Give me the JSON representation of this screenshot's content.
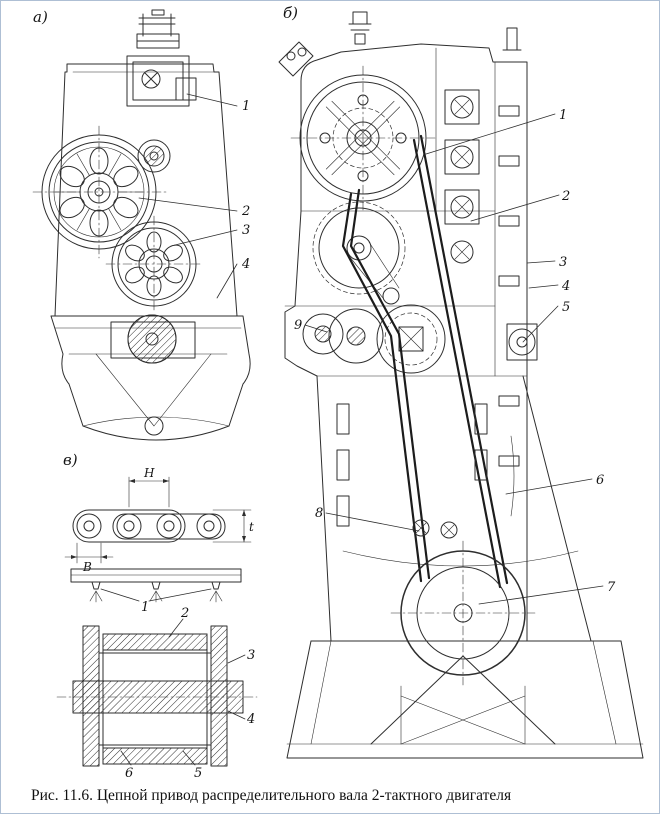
{
  "caption": "Рис. 11.6. Цепной привод распределительного вала 2-тактного двигателя",
  "figure_a": {
    "label": "а)",
    "callouts": {
      "c1": "1",
      "c2": "2",
      "c3": "3",
      "c4": "4"
    }
  },
  "figure_b": {
    "label": "б)",
    "callouts": {
      "c1": "1",
      "c2": "2",
      "c3": "3",
      "c4": "4",
      "c5": "5",
      "c6": "6",
      "c7": "7",
      "c8": "8",
      "c9": "9"
    }
  },
  "figure_v": {
    "label": "в)",
    "dimensions": {
      "h": "H",
      "b": "B",
      "t": "t"
    },
    "callouts": {
      "c1": "1",
      "c2": "2",
      "c3": "3",
      "c4": "4",
      "c5": "5",
      "c6": "6"
    }
  }
}
